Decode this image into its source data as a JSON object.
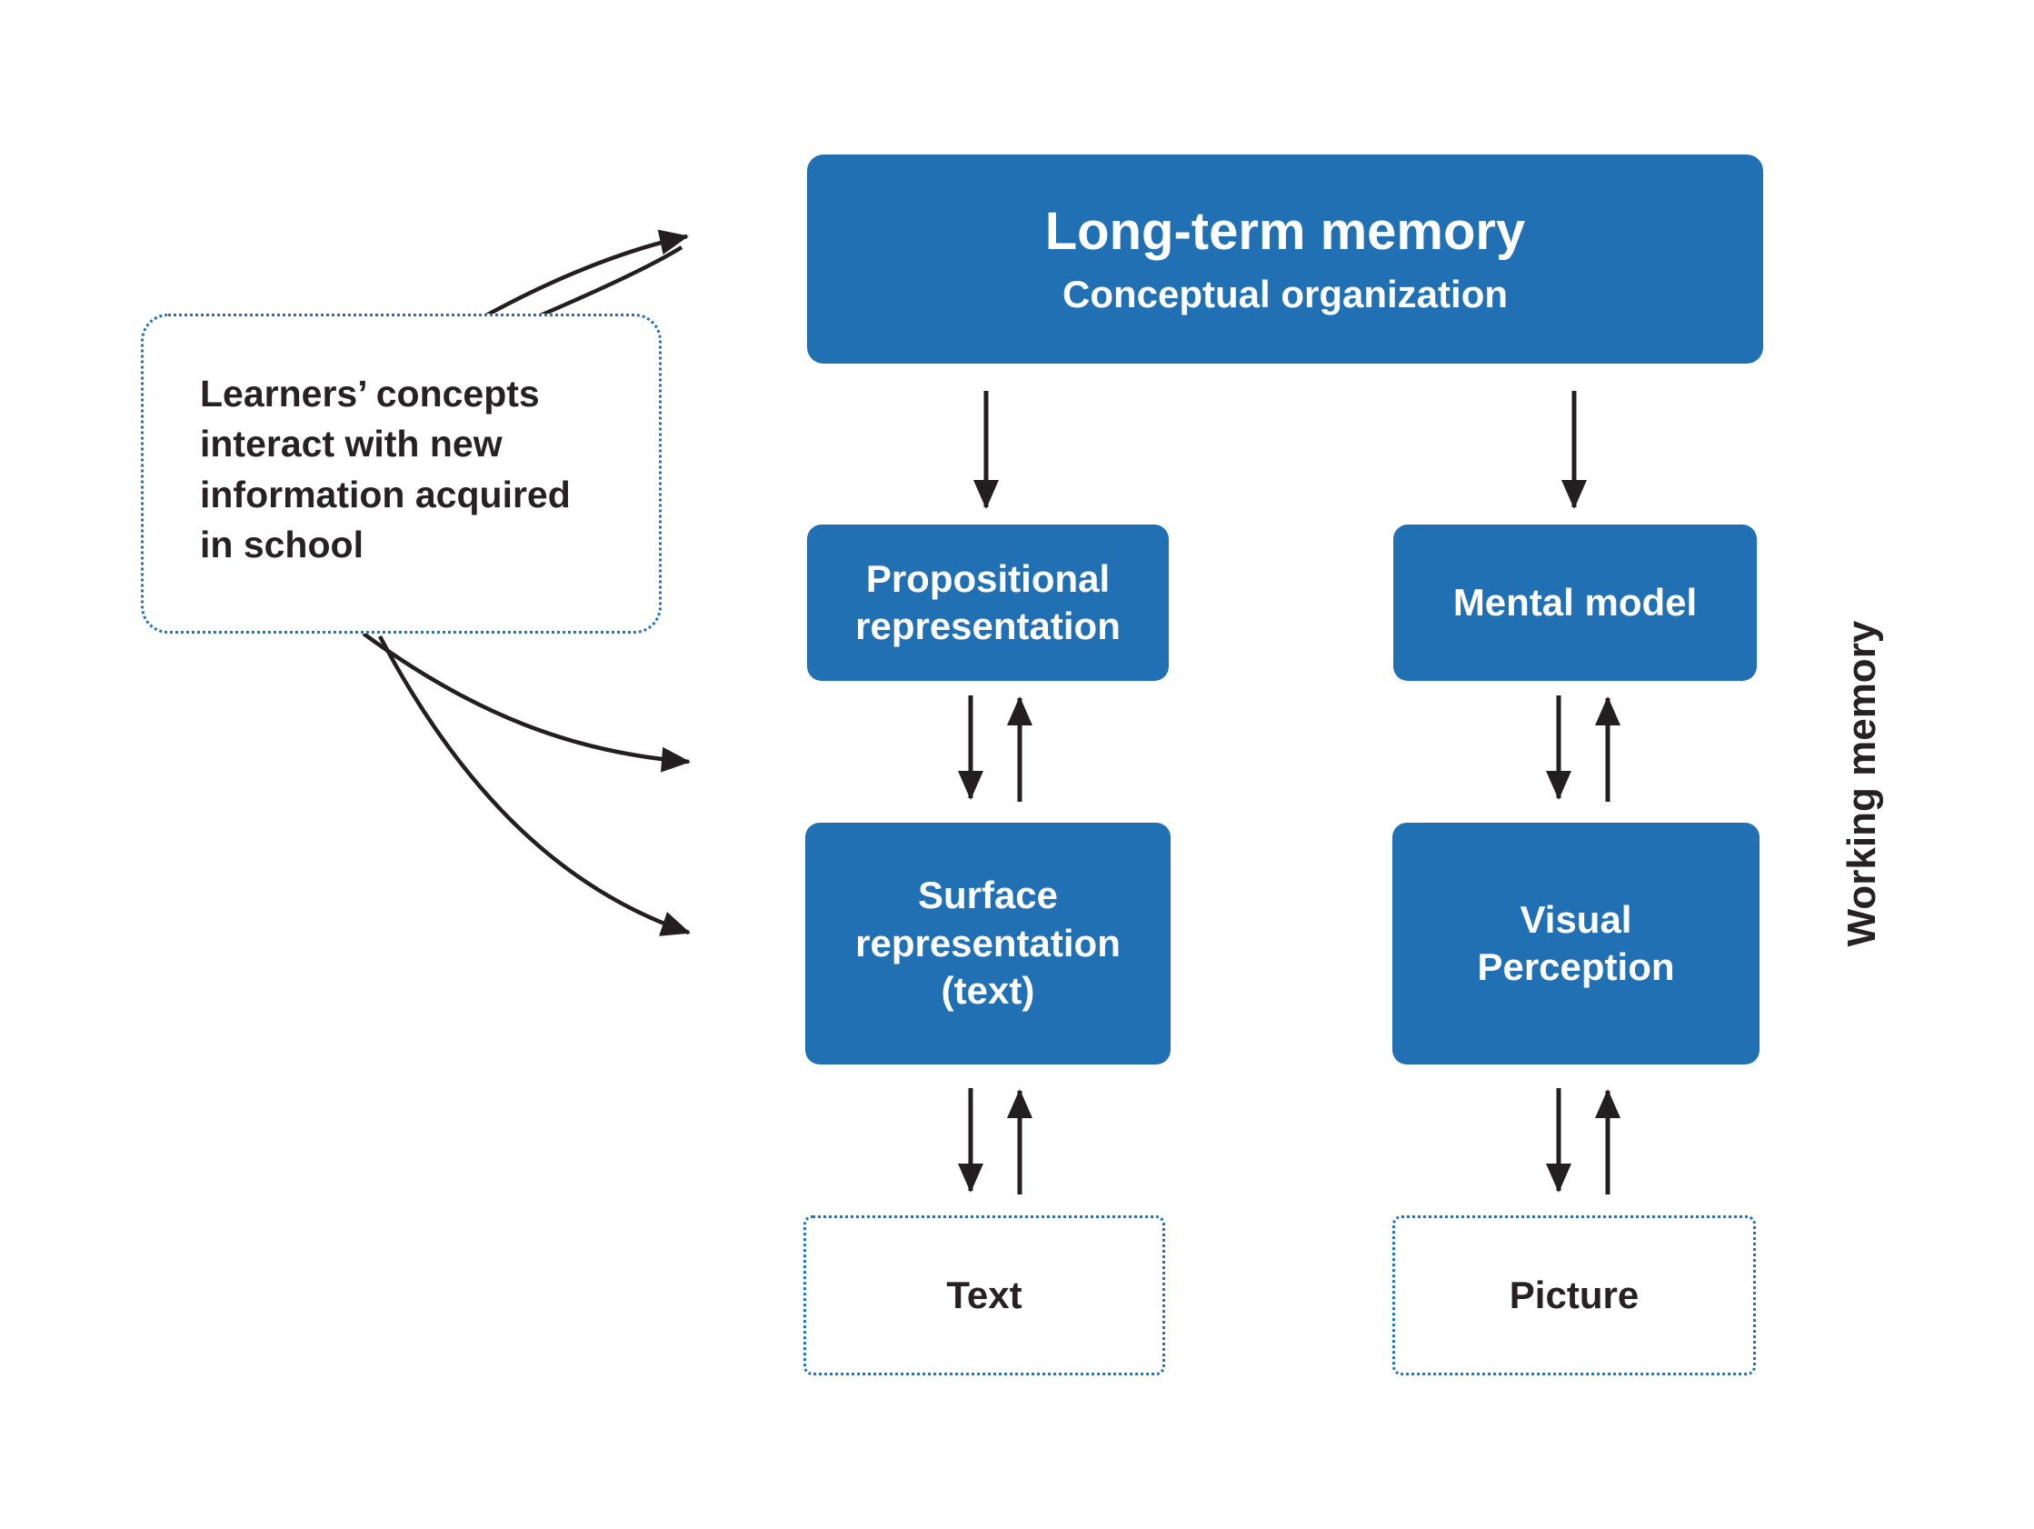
{
  "colors": {
    "box_blue": "#2170b4",
    "dashed_blue": "#2173bd",
    "arrow_color": "#231f20",
    "text_dark": "#262223",
    "box_text": "#ffffff"
  },
  "boxes": {
    "long_term_memory": {
      "title": "Long-term memory",
      "subtitle": "Conceptual organization"
    },
    "propositional_representation": {
      "label": "Propositional representation"
    },
    "mental_model": {
      "label": "Mental model"
    },
    "surface_representation": {
      "label": "Surface representation (text)"
    },
    "visual_perception": {
      "label": "Visual Perception"
    },
    "text": {
      "label": "Text"
    },
    "picture": {
      "label": "Picture"
    }
  },
  "annotations": {
    "learners_note": "Learners’ concepts interact with new information acquired in school",
    "working_memory_label": "Working memory"
  },
  "arrows": [
    {
      "from": "long_term_memory",
      "to": "propositional_representation",
      "type": "one-way-down"
    },
    {
      "from": "long_term_memory",
      "to": "mental_model",
      "type": "one-way-down"
    },
    {
      "from": "propositional_representation",
      "to": "surface_representation",
      "type": "two-way"
    },
    {
      "from": "mental_model",
      "to": "visual_perception",
      "type": "two-way"
    },
    {
      "from": "surface_representation",
      "to": "text",
      "type": "two-way"
    },
    {
      "from": "visual_perception",
      "to": "picture",
      "type": "two-way"
    },
    {
      "from": "learners_note",
      "to": "long_term_memory",
      "type": "curved"
    },
    {
      "from": "learners_note",
      "to": "propositional-surface-interface",
      "type": "curved"
    },
    {
      "from": "learners_note",
      "to": "surface_representation",
      "type": "curved"
    }
  ]
}
